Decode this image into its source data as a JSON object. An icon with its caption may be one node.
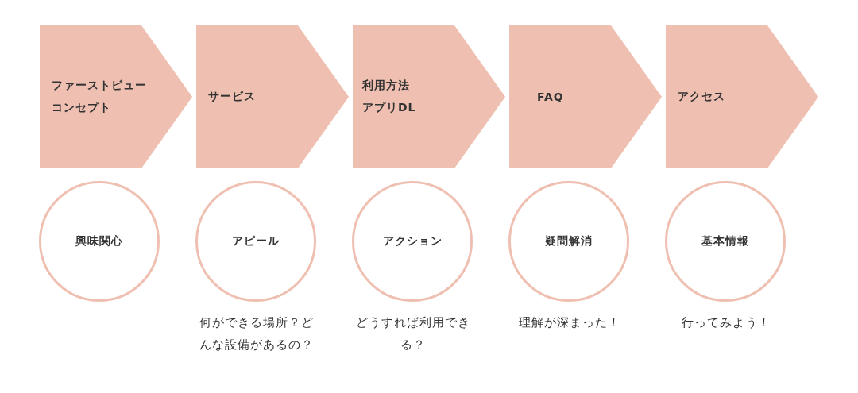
{
  "diagram": {
    "nodes": [
      {
        "text": [
          "ファーストビュー",
          "コンセプト"
        ]
      },
      {
        "text": [
          "サービス"
        ]
      },
      {
        "text": [
          "利用方法",
          "アプリDL"
        ]
      },
      {
        "text": [
          "FAQ"
        ]
      },
      {
        "text": [
          "アクセス"
        ]
      },
      {
        "text": [
          "興味関心"
        ]
      },
      {
        "text": [
          "アピール"
        ],
        "beside": [
          "何ができる場所？どんな設備があるの？"
        ]
      },
      {
        "text": [
          "アクション"
        ],
        "beside": [
          "どうすれば利用できる？"
        ]
      },
      {
        "text": [
          "疑問解消"
        ],
        "beside": [
          "理解が深まった！"
        ]
      },
      {
        "text": [
          "基本情報"
        ],
        "beside": [
          "行ってみよう！"
        ]
      }
    ]
  }
}
